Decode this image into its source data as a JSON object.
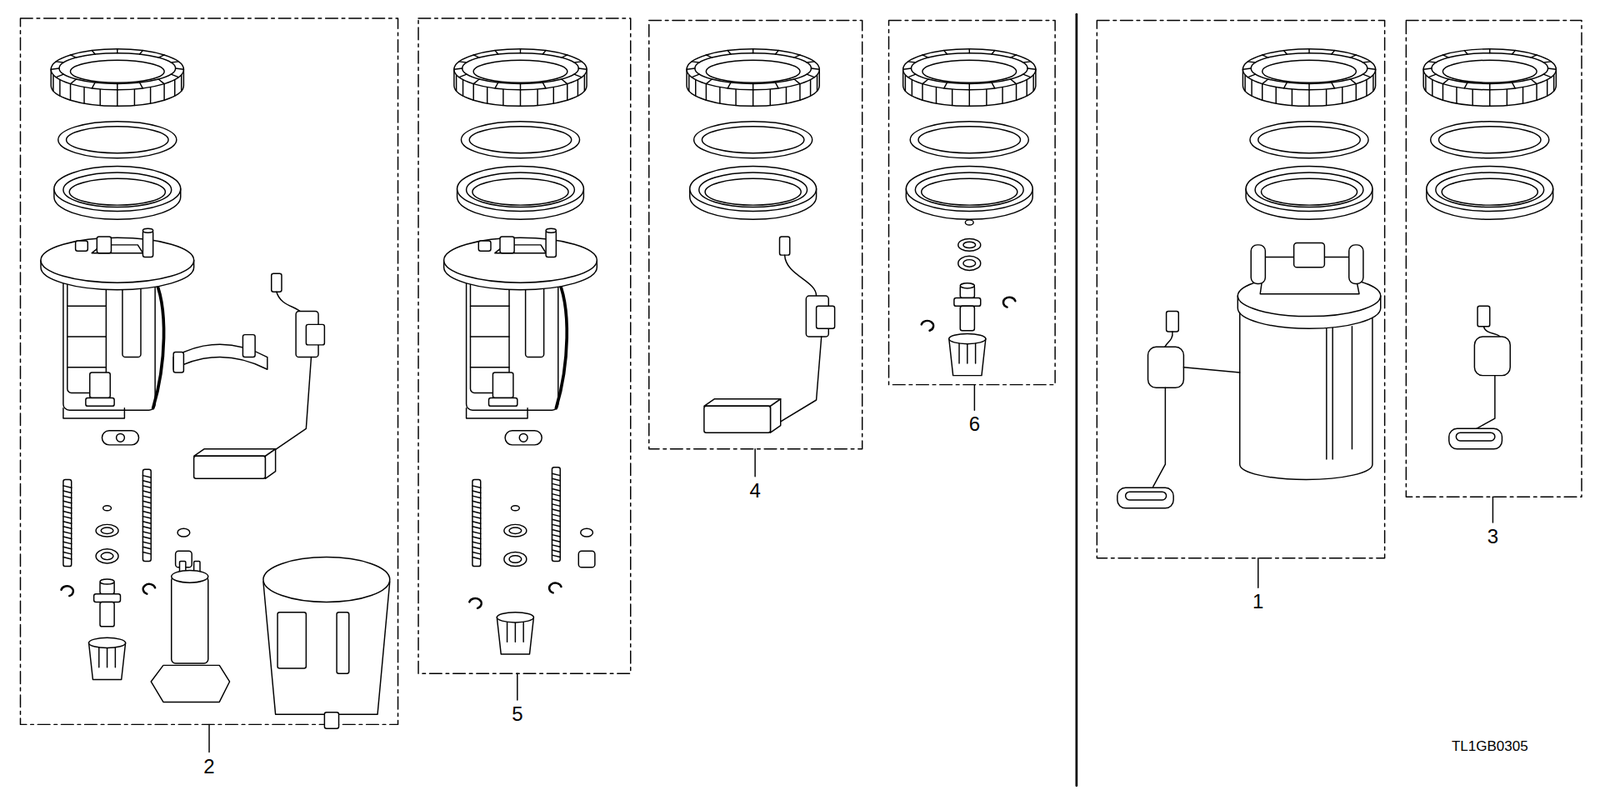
{
  "diagram": {
    "labels": [
      "2",
      "5",
      "4",
      "6",
      "1",
      "3",
      "TL1GB0305"
    ]
  }
}
